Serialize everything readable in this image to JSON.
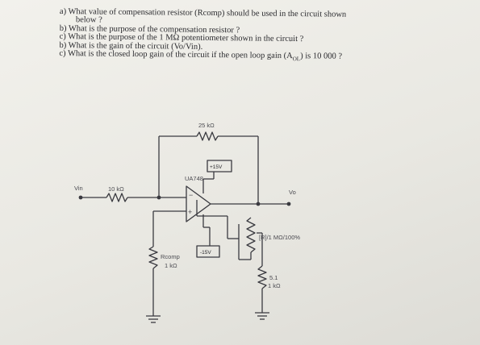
{
  "questions": [
    "a)  What value of compensation resistor (Rcomp) should be used in the circuit shown",
    "below ?",
    "b)  What is the purpose of the compensation resistor ?",
    "c)  What is the purpose of the 1 MΩ potentiometer shown in the circuit ?",
    "b) What is the gain of the circuit (Vo/Vin).",
    "c) What is the closed loop gain of the circuit if the open loop gain (A",
    "OL",
    ") is 10 000 ?"
  ],
  "circuit": {
    "feedback_resistor": "25 kΩ",
    "input_resistor": "10 kΩ",
    "vin": "Vin",
    "vo": "Vo",
    "opamp": "UA748",
    "plus_rail": "+15V",
    "minus_rail": "-15V",
    "rcomp_label": "Rcomp",
    "rcomp_value": "1 kΩ",
    "pot_label": "[R]/1 MΩ/100%",
    "r51_label": "5.1",
    "r51_value": "1 kΩ",
    "inv_sign": "−",
    "noninv_sign": "+"
  }
}
